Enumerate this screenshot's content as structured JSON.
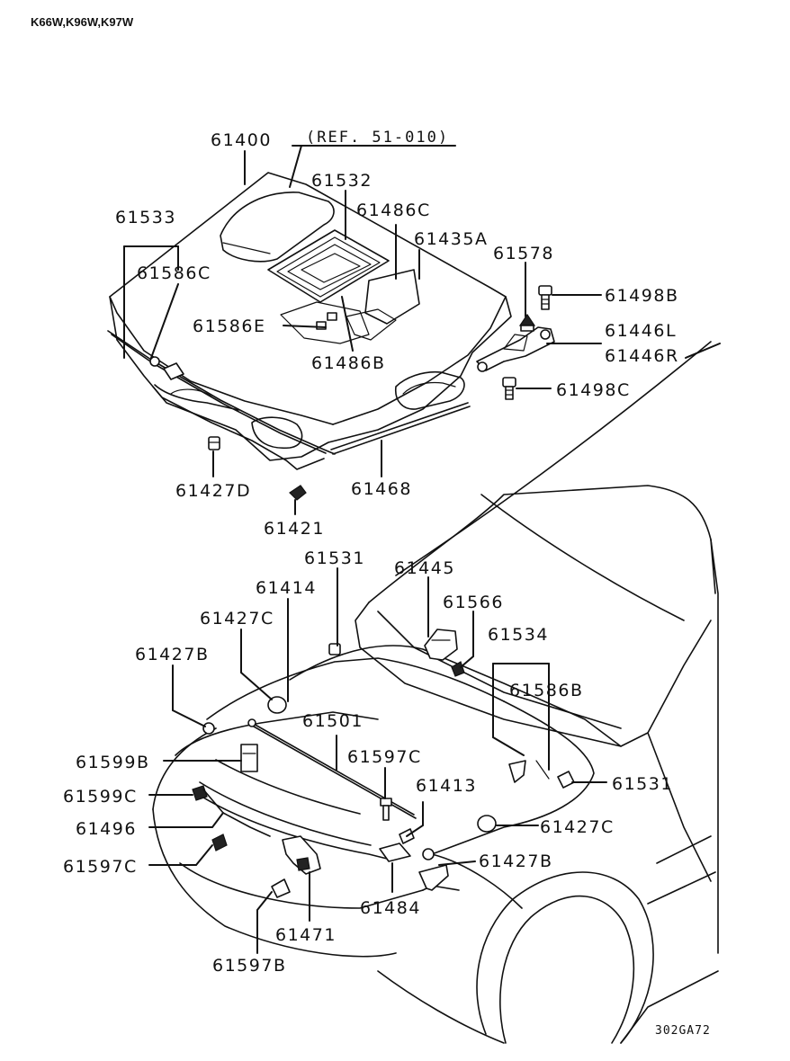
{
  "header": {
    "models": "K66W,K96W,K97W"
  },
  "ref_note": "(REF. 51-010)",
  "parts": {
    "p61400": "61400",
    "p61532": "61532",
    "p61533": "61533",
    "p61486C": "61486C",
    "p61435A": "61435A",
    "p61586C": "61586C",
    "p61578": "61578",
    "p61498B": "61498B",
    "p61586E": "61586E",
    "p61446L": "61446L",
    "p61446R": "61446R",
    "p61486B": "61486B",
    "p61498C": "61498C",
    "p61427D": "61427D",
    "p61468": "61468",
    "p61421": "61421",
    "p61531a": "61531",
    "p61445": "61445",
    "p61414": "61414",
    "p61566": "61566",
    "p61427Ca": "61427C",
    "p61534": "61534",
    "p61427Ba": "61427B",
    "p61586B": "61586B",
    "p61501": "61501",
    "p61599B": "61599B",
    "p61597Ca": "61597C",
    "p61531b": "61531",
    "p61599C": "61599C",
    "p61413": "61413",
    "p61496": "61496",
    "p61427Cb": "61427C",
    "p61597Cb": "61597C",
    "p61427Bb": "61427B",
    "p61484": "61484",
    "p61471": "61471",
    "p61597B": "61597B"
  },
  "figure_code": "302GA72"
}
